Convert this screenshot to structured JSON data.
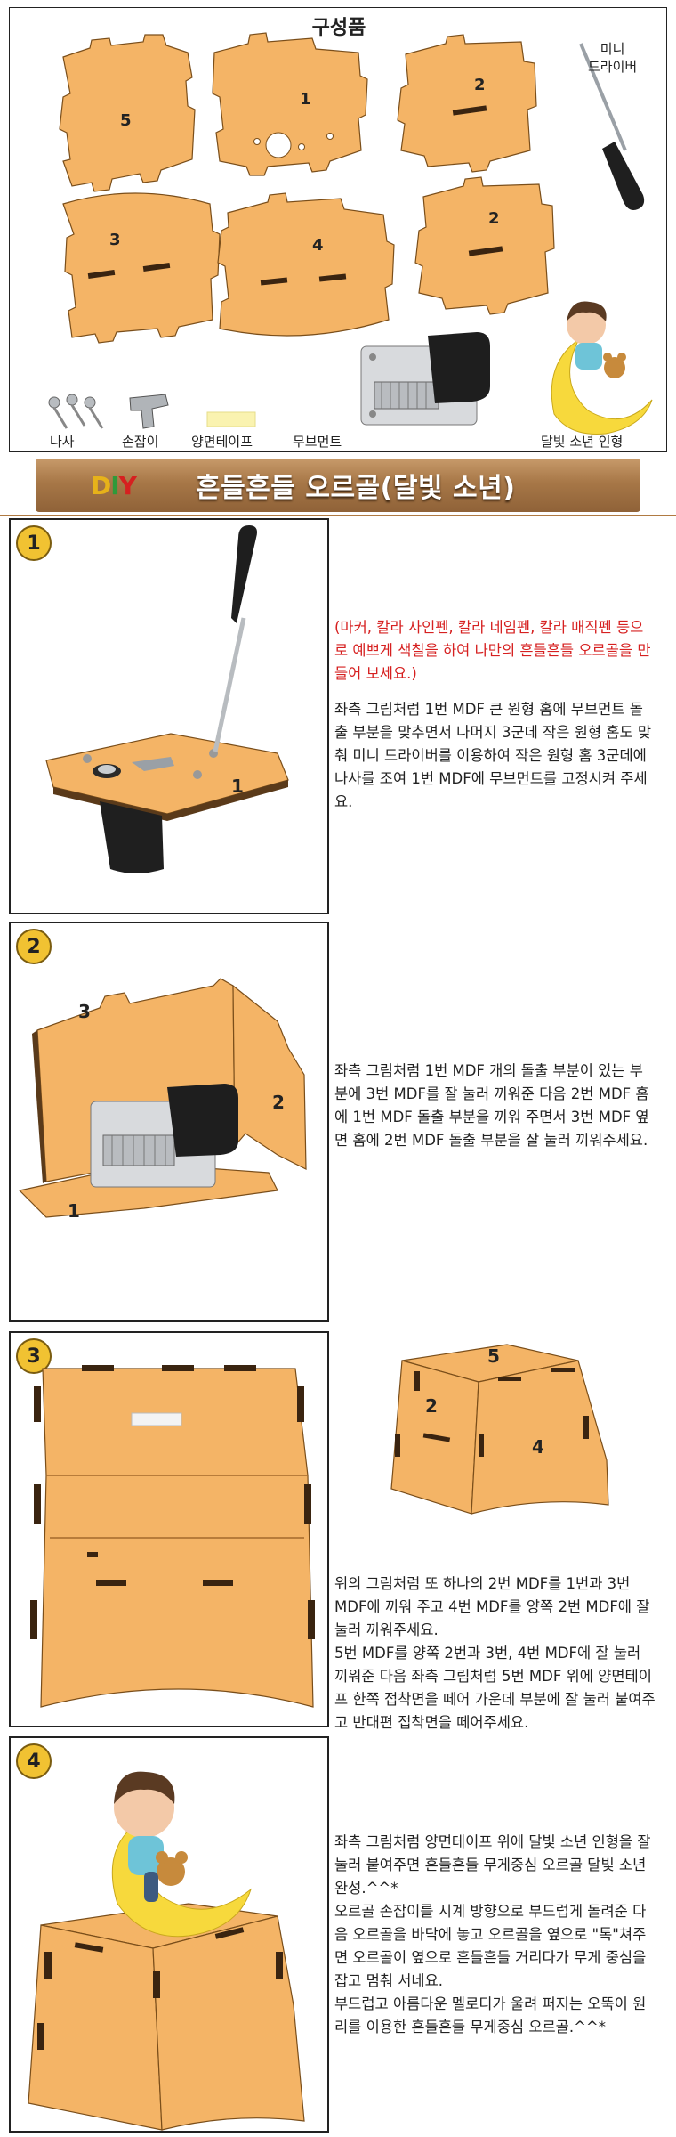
{
  "components": {
    "title": "구성품",
    "piece_numbers": [
      "5",
      "1",
      "2",
      "3",
      "4",
      "2"
    ],
    "labels": {
      "mini_driver": "미니\n드라이버",
      "screws": "나사",
      "handle": "손잡이",
      "tape": "양면테이프",
      "movement": "무브먼트",
      "doll": "달빛 소년 인형"
    }
  },
  "banner": {
    "logo": [
      "D",
      "I",
      "Y"
    ],
    "title": "흔들흔들 오르골(달빛 소년)"
  },
  "steps": [
    {
      "number": "1",
      "note": "(마커, 칼라 사인펜, 칼라 네임펜, 칼라 매직펜 등으로 예쁘게 색칠을 하여 나만의 흔들흔들 오르골을 만들어 보세요.)",
      "text": "좌측 그림처럼 1번 MDF 큰 원형 홈에 무브먼트 돌출 부분을 맞추면서 나머지 3군데 작은 원형 홈도 맞춰 미니 드라이버를 이용하여 작은 원형 홈 3군데에 나사를 조여 1번 MDF에 무브먼트를 고정시켜 주세요.",
      "piece_labels": [
        "1"
      ]
    },
    {
      "number": "2",
      "text": "좌측 그림처럼 1번 MDF 개의 돌출 부분이 있는 부분에 3번 MDF를 잘 눌러 끼워준 다음 2번 MDF 홈에 1번 MDF 돌출 부분을 끼워 주면서 3번 MDF 옆면 홈에 2번 MDF 돌출 부분을 잘 눌러 끼워주세요.",
      "piece_labels": [
        "3",
        "2",
        "1"
      ]
    },
    {
      "number": "3",
      "text": "위의 그림처럼 또 하나의 2번 MDF를 1번과 3번 MDF에 끼워 주고 4번 MDF를 양쪽 2번 MDF에 잘 눌러 끼워주세요.\n5번 MDF를 양쪽 2번과 3번, 4번 MDF에 잘 눌러 끼워준 다음 좌측 그림처럼 5번 MDF 위에 양면테이프 한쪽 접착면을 떼어 가운데 부분에 잘 눌러 붙여주고 반대편 접착면을 떼어주세요.",
      "piece_labels": [
        "5",
        "2",
        "4"
      ]
    },
    {
      "number": "4",
      "text": "좌측 그림처럼 양면테이프 위에 달빛 소년 인형을 잘 눌러 붙여주면 흔들흔들 무게중심 오르골 달빛 소년 완성.^^*\n오르골 손잡이를 시계 방향으로 부드럽게 돌려준 다음 오르골을 바닥에 놓고 오르골을 옆으로 \"톡\"쳐주면 오르골이 옆으로 흔들흔들 거리다가 무게 중심을 잡고 멈춰 서네요.\n부드럽고 아름다운 멜로디가 울려 퍼지는 오뚝이 원리를 이용한 흔들흔들 무게중심 오르골.^^*"
    }
  ],
  "colors": {
    "mdf": "#f4b466",
    "slot": "#3a2410",
    "banner": "#a77747",
    "step_circle": "#f1c232",
    "note_red": "#d62020"
  }
}
